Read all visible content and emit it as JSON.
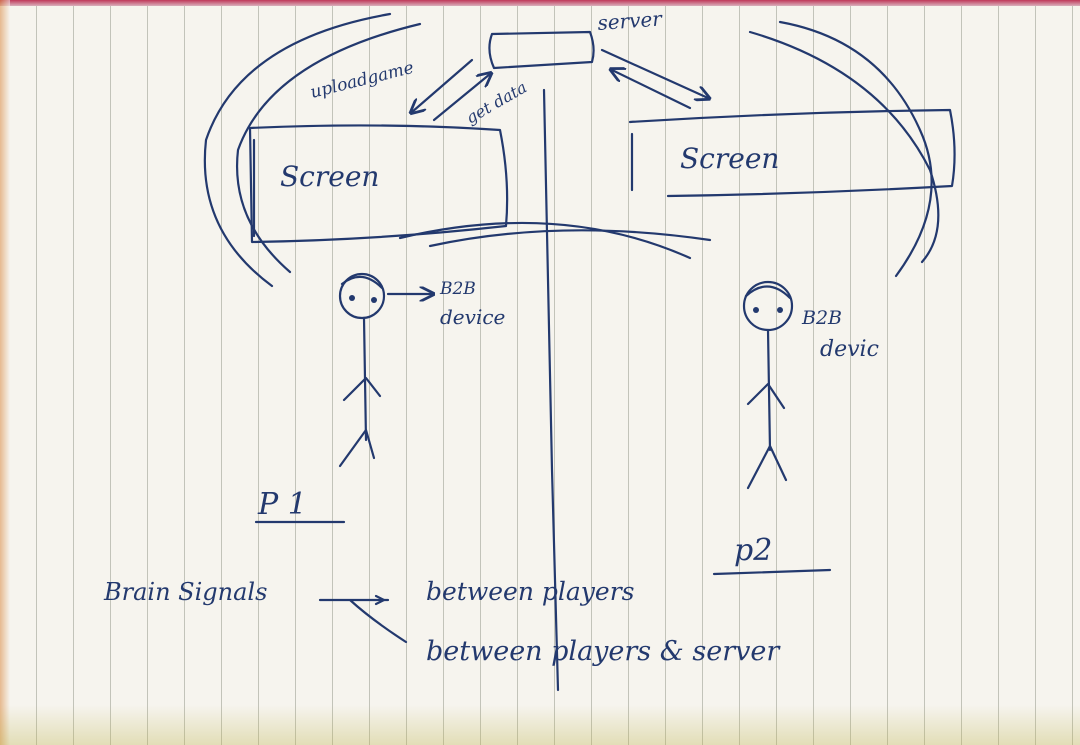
{
  "diagram": {
    "server_label": "server",
    "upload_label": "uploadgame",
    "getdata_label": "get data",
    "screen1_label": "Screen",
    "screen2_label": "Screen",
    "device1_label_line1": "B2B",
    "device1_label_line2": "device",
    "device2_label_line1": "B2B",
    "device2_label_line2": "devic",
    "player1_label": "P 1",
    "player2_label": "p2",
    "legend_title": "Brain Signals",
    "legend_item1": "between players",
    "legend_item2": "between players & server"
  },
  "colors": {
    "ink": "#23396e",
    "paper": "#f6f4ee",
    "edge": "#c23a57"
  }
}
